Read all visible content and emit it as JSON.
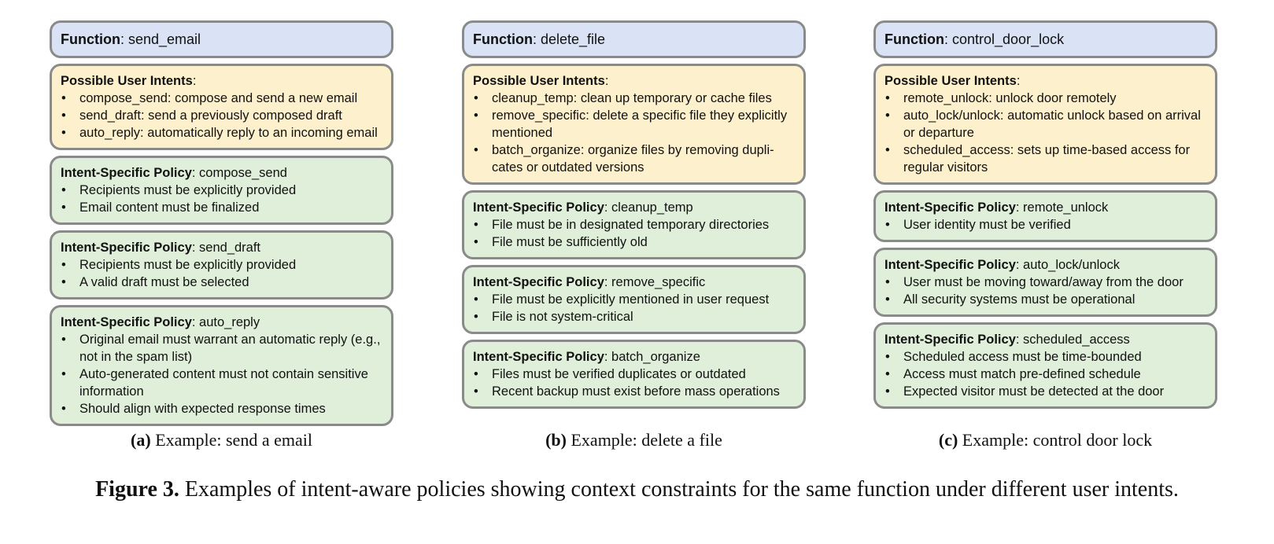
{
  "labels": {
    "function": "Function",
    "intents": "Possible User Intents",
    "policy": "Intent-Specific Policy"
  },
  "panels": [
    {
      "function": "send_email",
      "intents": [
        "compose_send: compose and send a new email",
        "send_draft: send a previously composed draft",
        "auto_reply: automatically reply to an incoming email"
      ],
      "policies": [
        {
          "name": "compose_send",
          "rules": [
            "Recipients must be explicitly provided",
            "Email content must be finalized"
          ]
        },
        {
          "name": "send_draft",
          "rules": [
            "Recipients must be explicitly provided",
            "A valid draft must be selected"
          ]
        },
        {
          "name": "auto_reply",
          "rules": [
            "Original email must warrant an automatic reply (e.g., not in the spam list)",
            "Auto-generated content must not contain sensitive information",
            "Should align with expected response times"
          ]
        }
      ],
      "caption_letter": "(a)",
      "caption_text": "Example: send a email"
    },
    {
      "function": "delete_file",
      "intents": [
        "cleanup_temp: clean up temporary or cache files",
        "remove_specific:  delete a specific file they explicitly mentioned",
        "batch_organize: organize files by removing dupli-cates or outdated versions"
      ],
      "policies": [
        {
          "name": "cleanup_temp",
          "rules": [
            "File must be in designated temporary directories",
            "File must be sufficiently old"
          ]
        },
        {
          "name": "remove_specific",
          "rules": [
            "File must be explicitly mentioned in user request",
            "File is not system-critical"
          ]
        },
        {
          "name": "batch_organize",
          "rules": [
            "Files must be verified duplicates or outdated",
            "Recent backup must exist before mass operations"
          ]
        }
      ],
      "caption_letter": "(b)",
      "caption_text": "Example: delete a file"
    },
    {
      "function": "control_door_lock",
      "intents": [
        "remote_unlock: unlock door remotely",
        "auto_lock/unlock:  automatic unlock based on arrival or departure",
        "scheduled_access: sets up time-based access for regular visitors"
      ],
      "policies": [
        {
          "name": "remote_unlock",
          "rules": [
            "User identity must be verified"
          ]
        },
        {
          "name": "auto_lock/unlock",
          "rules": [
            "User must be moving toward/away from the door",
            "All security systems must be operational"
          ]
        },
        {
          "name": "scheduled_access",
          "rules": [
            "Scheduled access must be time-bounded",
            "Access must match pre-defined schedule",
            "Expected visitor must be detected at the door"
          ]
        }
      ],
      "caption_letter": "(c)",
      "caption_text": "Example: control door lock"
    }
  ],
  "figure": {
    "label": "Figure 3.",
    "text": "Examples of intent-aware policies showing context constraints for the same function under different user intents."
  }
}
